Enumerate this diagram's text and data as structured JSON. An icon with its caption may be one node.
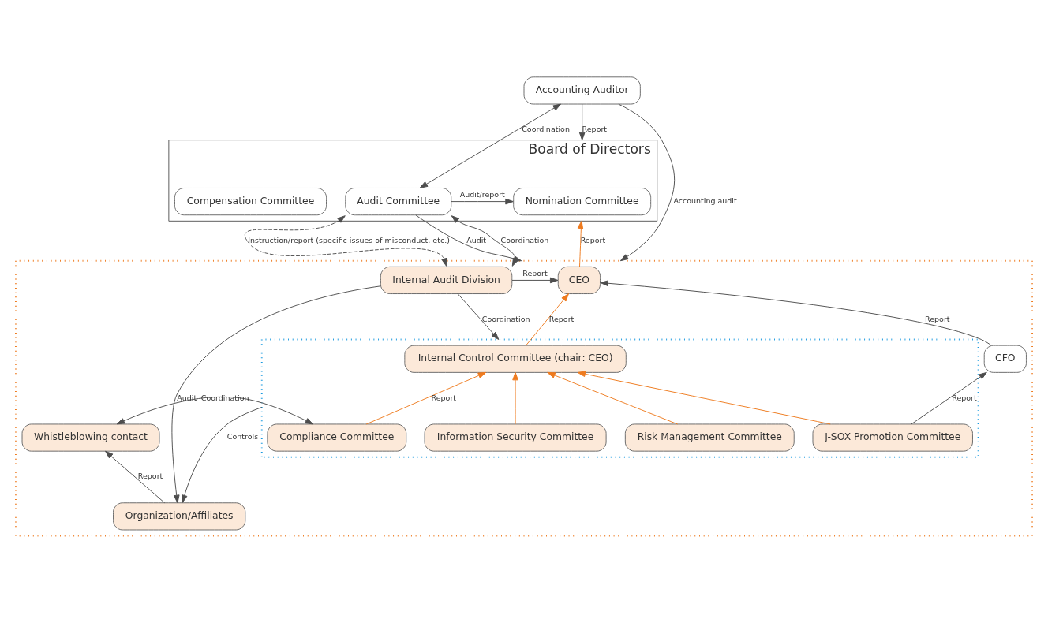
{
  "diagram": {
    "nodes": [
      {
        "text": [
          "Accounting Auditor"
        ]
      },
      {
        "text": [
          "Board of Directors"
        ]
      },
      {
        "text": [
          "Audit Committee"
        ],
        "in": 1
      },
      {
        "text": [
          "Nomination Committee"
        ],
        "in": 1
      },
      {
        "text": [
          "Compensation Committee"
        ],
        "in": 1
      },
      {
        "text": [],
        "shape": "box"
      },
      {
        "text": [
          "Internal Audit Division"
        ],
        "in": 5
      },
      {
        "text": [
          "CEO"
        ],
        "in": 5
      },
      {
        "text": [
          "CFO"
        ],
        "in": 5
      },
      {
        "text": [],
        "shape": "box",
        "in": 5
      },
      {
        "text": [
          "Internal Control Committee (chair: CEO)"
        ],
        "in": 9
      },
      {
        "text": [
          "Whistleblowing contact"
        ],
        "in": 5
      },
      {
        "text": [
          "Compliance Committee"
        ],
        "in": 9
      },
      {
        "text": [
          "Information Security Committee"
        ],
        "in": 9
      },
      {
        "text": [
          "Risk Management Committee"
        ],
        "in": 9
      },
      {
        "text": [
          "J-SOX Promotion Committee"
        ],
        "in": 9
      },
      {
        "text": [
          "Organization/Affiliates"
        ],
        "in": 5
      }
    ],
    "edges": [
      {
        "from": 0,
        "to": 1,
        "arrow": "to",
        "label": "Report"
      },
      {
        "from": 0,
        "to": 2,
        "arrow": "both",
        "label": "Coordination"
      },
      {
        "from": 2,
        "to": 1,
        "arrow": "to",
        "label": "Audit/report"
      },
      {
        "from": 0,
        "to": 5,
        "arrow": "to",
        "label": "Accounting audit"
      },
      {
        "from": 2,
        "to": 5,
        "arrow": "to",
        "label": "Audit"
      },
      {
        "from": 6,
        "to": 2,
        "arrow": "both",
        "style": "dashed",
        "label": "Instruction/report (specific issues of misconduct, etc.)"
      },
      {
        "from": 6,
        "to": 2,
        "arrow": "both",
        "label": "Coordination"
      },
      {
        "from": 7,
        "to": 1,
        "arrow": "to",
        "color": "#ee7a1e",
        "label": "Report"
      },
      {
        "from": 6,
        "to": 7,
        "arrow": "to",
        "label": "Report"
      },
      {
        "from": 10,
        "to": 7,
        "arrow": "to",
        "color": "#ee7a1e",
        "label": "Report"
      },
      {
        "from": 8,
        "to": 7,
        "arrow": "to",
        "label": "Report"
      },
      {
        "from": 6,
        "to": 16,
        "arrow": "to",
        "label": "Audit"
      },
      {
        "from": 6,
        "to": 9,
        "arrow": "to",
        "label": "Coordination"
      },
      {
        "from": 12,
        "to": 10,
        "arrow": "to",
        "color": "#ee7a1e",
        "label": "Report"
      },
      {
        "from": 13,
        "to": 10,
        "arrow": "to",
        "color": "#ee7a1e"
      },
      {
        "from": 14,
        "to": 10,
        "arrow": "to",
        "color": "#ee7a1e"
      },
      {
        "from": 15,
        "to": 10,
        "arrow": "to",
        "color": "#ee7a1e"
      },
      {
        "from": 15,
        "to": 8,
        "arrow": "to",
        "label": "Report"
      },
      {
        "from": 11,
        "to": 12,
        "arrow": "both",
        "label": "Coordination"
      },
      {
        "from": 16,
        "to": 11,
        "arrow": "to",
        "label": "Report"
      },
      {
        "from": 9,
        "to": 16,
        "arrow": "to",
        "label": "Controls"
      }
    ]
  }
}
